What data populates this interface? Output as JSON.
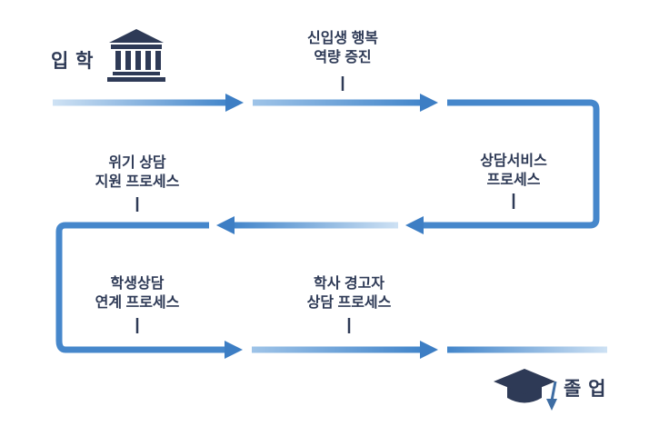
{
  "diagram": {
    "start_label": "입 학",
    "end_label": "졸 업",
    "steps": [
      {
        "id": "freshman-happiness",
        "line1": "신입생 행복",
        "line2": "역량 증진"
      },
      {
        "id": "counseling-service",
        "line1": "상담서비스",
        "line2": "프로세스"
      },
      {
        "id": "crisis-support",
        "line1": "위기 상담",
        "line2": "지원 프로세스"
      },
      {
        "id": "counsel-linkage",
        "line1": "학생상담",
        "line2": "연계 프로세스"
      },
      {
        "id": "academic-warning",
        "line1": "학사 경고자",
        "line2": "상담 프로세스"
      }
    ],
    "colors": {
      "text": "#2e3a56",
      "arrow_light": "#cfe2f4",
      "arrow_mid": "#9fc4e8",
      "arrow_dark": "#4285ca",
      "arrowhead": "#3d7ec4",
      "connector": "#4687cb",
      "icon": "#2e3a56",
      "tassel": "#3e6da3"
    }
  }
}
